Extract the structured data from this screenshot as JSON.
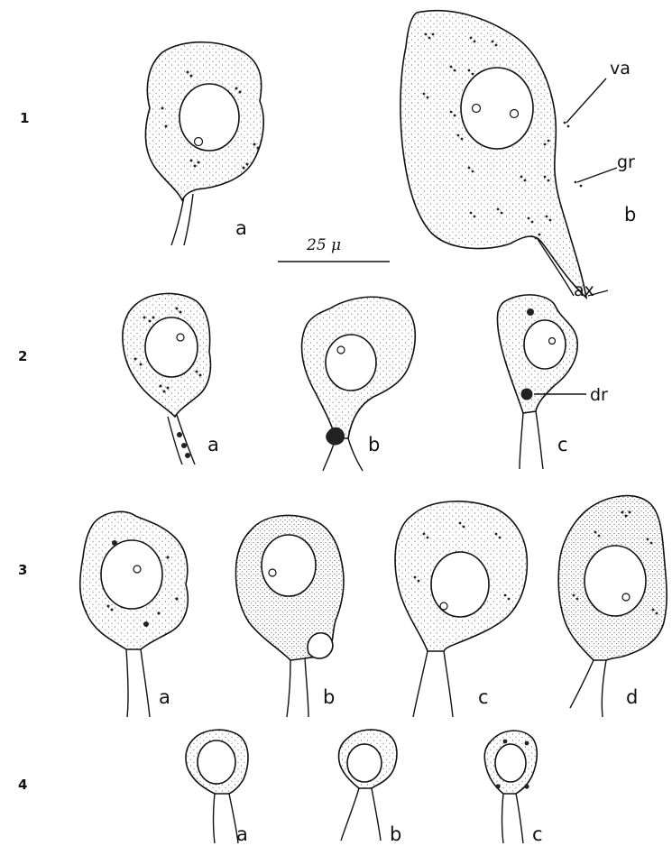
{
  "rows": [
    {
      "label": "1",
      "cells": [
        "a",
        "b"
      ]
    },
    {
      "label": "2",
      "cells": [
        "a",
        "b",
        "c"
      ]
    },
    {
      "label": "3",
      "cells": [
        "a",
        "b",
        "c",
        "d"
      ]
    },
    {
      "label": "4",
      "cells": [
        "a",
        "b",
        "c"
      ]
    }
  ],
  "scale_bar": {
    "label": "25 μ"
  },
  "annotations": {
    "va": "va",
    "gr": "gr",
    "ax": "ax",
    "dr": "dr"
  }
}
